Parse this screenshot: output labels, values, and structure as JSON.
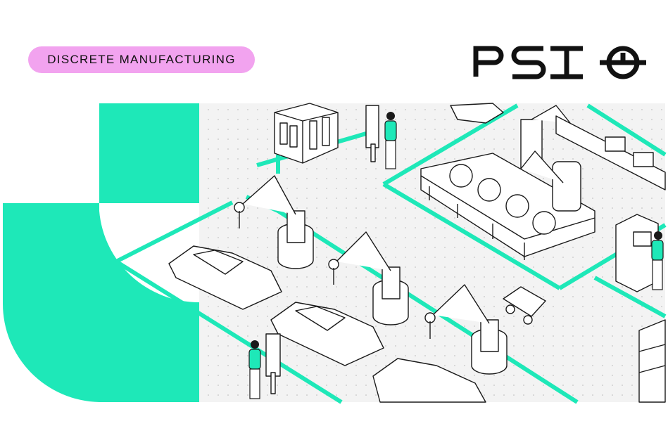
{
  "header": {
    "category_tag": "DISCRETE MANUFACTURING",
    "tag_color": "#f2a3ef",
    "logo_text": "PSI",
    "logo_icon": "psi-power-circle-icon"
  },
  "illustration": {
    "subject": "factory-assembly-line-illustration",
    "accent_color": "#1ee8b8",
    "floor_color": "#f2f2f2",
    "line_color": "#1a1a1a"
  }
}
